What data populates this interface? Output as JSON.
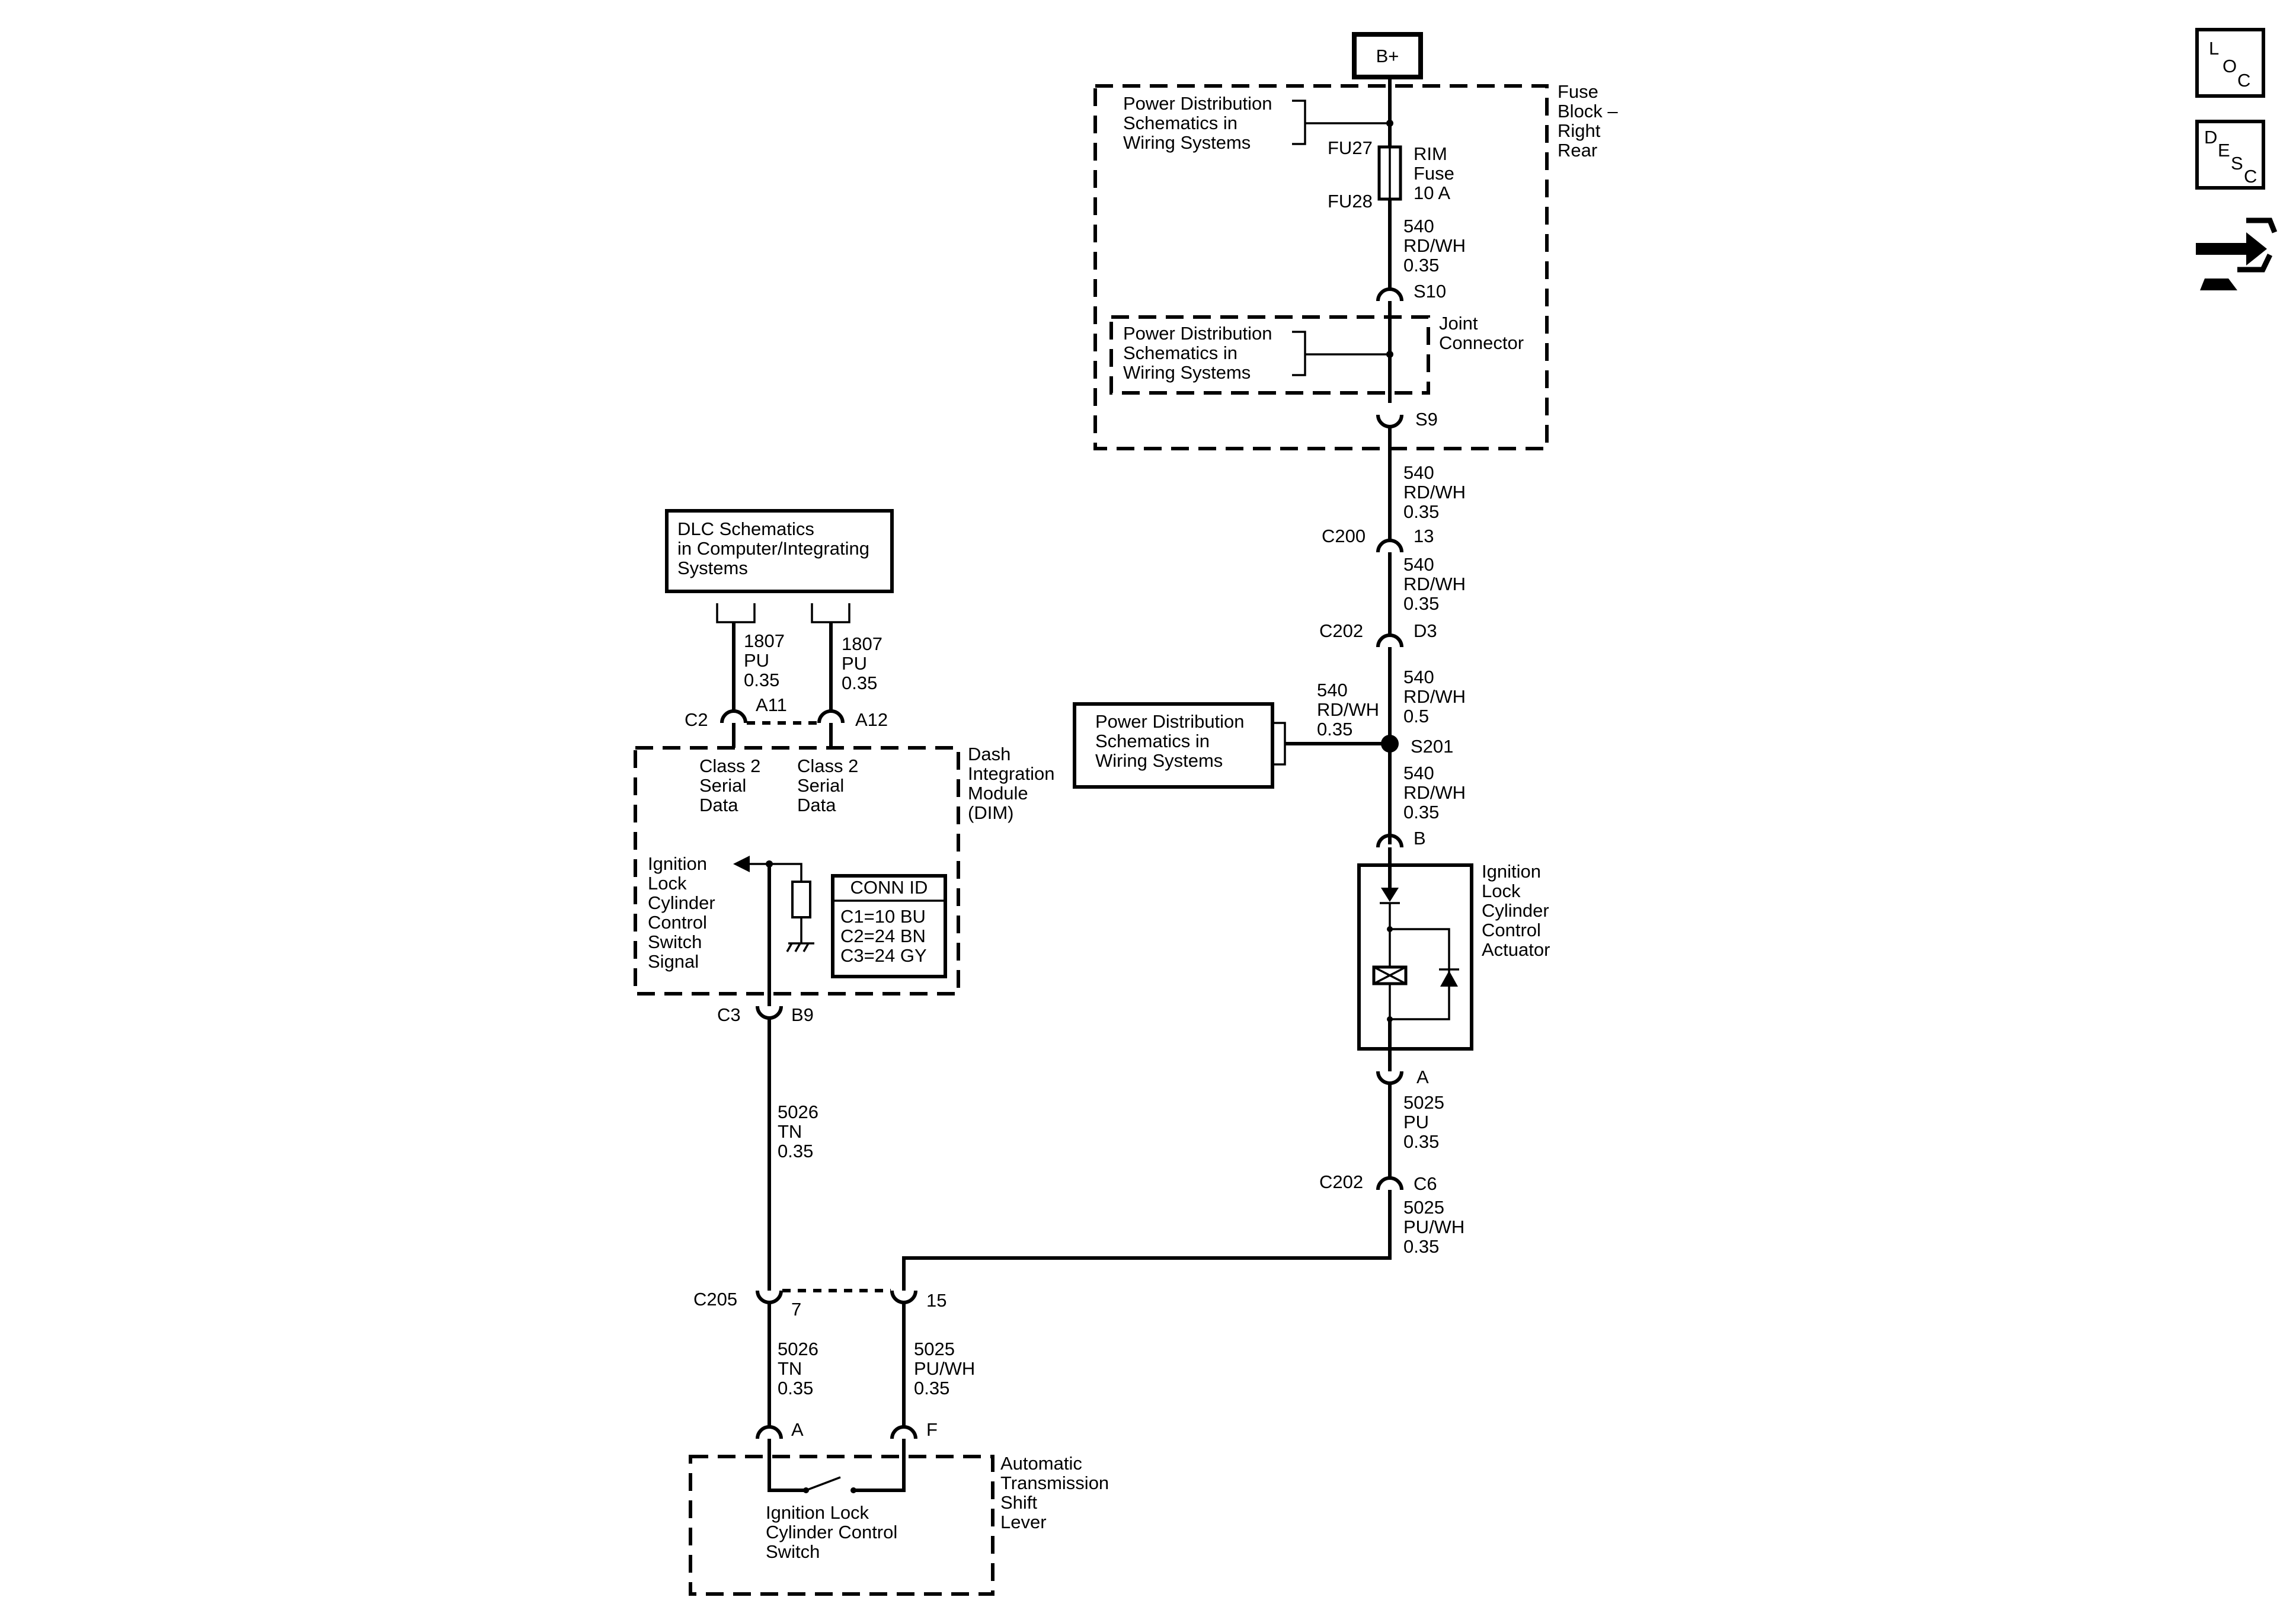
{
  "power_source": "B+",
  "side_icons": {
    "loc": [
      "L",
      "O",
      "C"
    ],
    "desc": [
      "D",
      "E",
      "S",
      "C"
    ],
    "connector_icon": "connector-hand-icon"
  },
  "fuse_block": {
    "label": [
      "Fuse",
      "Block –",
      "Right",
      "Rear"
    ],
    "pd_ref_top": [
      "Power Distribution",
      "Schematics in",
      "Wiring Systems"
    ],
    "fuse_in": "FU27",
    "fuse_out": "FU28",
    "fuse_name": [
      "RIM",
      "Fuse",
      "10 A"
    ],
    "wire1": [
      "540",
      "RD/WH",
      "0.35"
    ],
    "splice_top": "S10",
    "joint_connector": [
      "Joint",
      "Connector"
    ],
    "pd_ref_joint": [
      "Power Distribution",
      "Schematics in",
      "Wiring Systems"
    ],
    "splice_bottom": "S9"
  },
  "right_circuit": {
    "wire2": [
      "540",
      "RD/WH",
      "0.35"
    ],
    "c200": "C200",
    "c200_pin": "13",
    "wire3": [
      "540",
      "RD/WH",
      "0.35"
    ],
    "c202_top": "C202",
    "c202_top_pin": "D3",
    "wire4": [
      "540",
      "RD/WH",
      "0.5"
    ],
    "pd_ref_s201": [
      "Power Distribution",
      "Schematics in",
      "Wiring Systems"
    ],
    "wire_branch": [
      "540",
      "RD/WH",
      "0.35"
    ],
    "splice_s201": "S201",
    "wire5": [
      "540",
      "RD/WH",
      "0.35"
    ],
    "actuator_pin_in": "B",
    "actuator_label": [
      "Ignition",
      "Lock",
      "Cylinder",
      "Control",
      "Actuator"
    ],
    "actuator_pin_out": "A",
    "wire6": [
      "5025",
      "PU",
      "0.35"
    ],
    "c202_bottom": "C202",
    "c202_bottom_pin": "C6",
    "wire7": [
      "5025",
      "PU/WH",
      "0.35"
    ]
  },
  "dlc": {
    "label": [
      "DLC Schematics",
      "in Computer/Integrating",
      "Systems"
    ],
    "wire_left": [
      "1807",
      "PU",
      "0.35"
    ],
    "wire_right": [
      "1807",
      "PU",
      "0.35"
    ],
    "conn": "C2",
    "pin_left": "A11",
    "pin_right": "A12"
  },
  "dim": {
    "label": [
      "Dash",
      "Integration",
      "Module",
      "(DIM)"
    ],
    "class2_left": [
      "Class 2",
      "Serial",
      "Data"
    ],
    "class2_right": [
      "Class 2",
      "Serial",
      "Data"
    ],
    "signal_label": [
      "Ignition",
      "Lock",
      "Cylinder",
      "Control",
      "Switch",
      "Signal"
    ],
    "conn_id_title": "CONN ID",
    "conn_ids": [
      "C1=10 BU",
      "C2=24 BN",
      "C3=24 GY"
    ],
    "out_conn": "C3",
    "out_pin": "B9"
  },
  "left_circuit": {
    "wire1": [
      "5026",
      "TN",
      "0.35"
    ],
    "c205": "C205",
    "c205_pin_left": "7",
    "c205_pin_right": "15",
    "wire_tn": [
      "5026",
      "TN",
      "0.35"
    ],
    "wire_pu": [
      "5025",
      "PU/WH",
      "0.35"
    ],
    "pin_a": "A",
    "pin_f": "F"
  },
  "shift_lever": {
    "label": [
      "Automatic",
      "Transmission",
      "Shift",
      "Lever"
    ],
    "switch_label": [
      "Ignition Lock",
      "Cylinder Control",
      "Switch"
    ]
  }
}
